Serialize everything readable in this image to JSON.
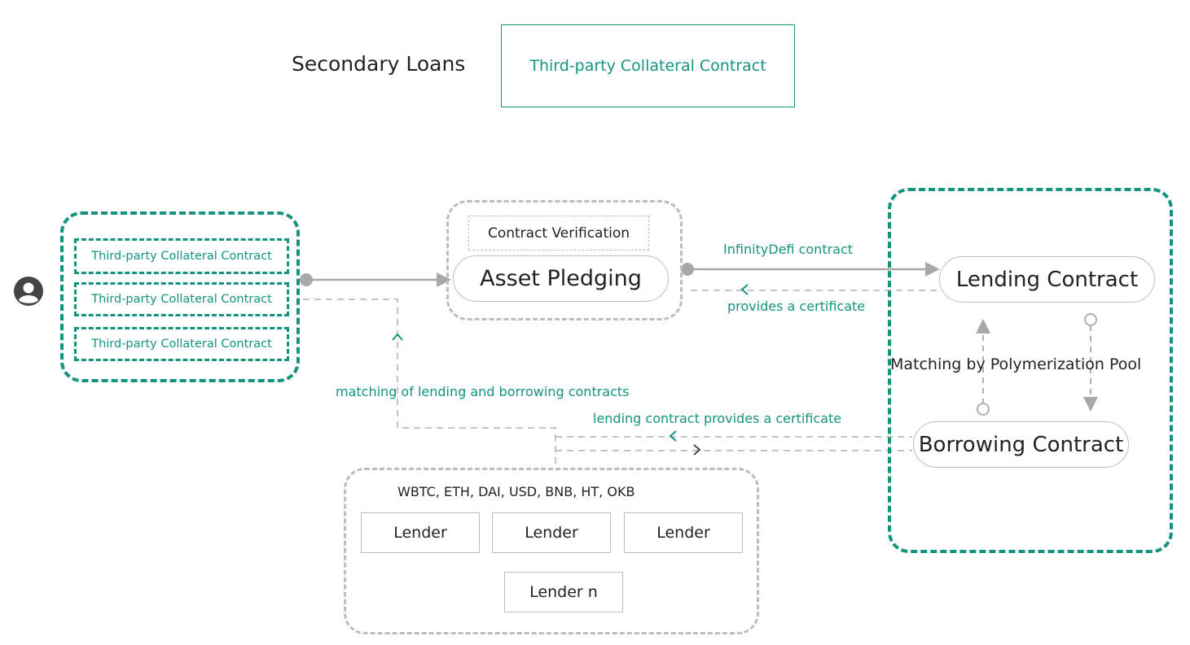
{
  "header": {
    "title": "Secondary Loans",
    "legend_label": "Third-party Collateral Contract"
  },
  "collateral_group": {
    "items": [
      "Third-party Collateral Contract",
      "Third-party Collateral Contract",
      "Third-party Collateral Contract"
    ]
  },
  "pledge_group": {
    "verification": "Contract Verification",
    "pledging": "Asset Pledging"
  },
  "contract_group": {
    "lending": "Lending Contract",
    "borrowing": "Borrowing Contract",
    "matching": "Matching by Polymerization Pool"
  },
  "lender_group": {
    "assets": "WBTC, ETH, DAI, USD, BNB, HT, OKB",
    "lenders": [
      "Lender",
      "Lender",
      "Lender",
      "Lender n"
    ]
  },
  "edges": {
    "infinity_label": "InfinityDefi contract",
    "certificate_label": "provides a certificate",
    "matching_label": "matching of lending and borrowing contracts",
    "lending_cert_label": "lending contract provides a certificate"
  },
  "icons": {
    "user": "user-circle-icon"
  },
  "colors": {
    "accent": "#14937f",
    "line": "#a8a8a8",
    "dashed_border": "#bdbdbd"
  }
}
